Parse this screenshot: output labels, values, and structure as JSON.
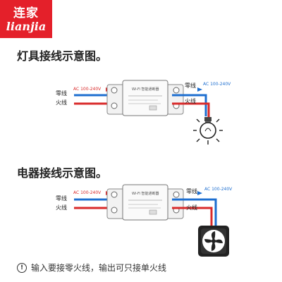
{
  "logo": {
    "name_cn": "连家",
    "name_en": "lianjia"
  },
  "section1": {
    "title": "灯具接线示意图。",
    "voltage_in": "AC 100-240V",
    "voltage_out": "AC 100-240V",
    "neutral_in": "零线",
    "live_in": "火线",
    "neutral_out": "零线",
    "live_out": "火线",
    "module_label": "Wi-Fi 智能通断器"
  },
  "section2": {
    "title": "电器接线示意图。",
    "voltage_in": "AC 100-240V",
    "voltage_out": "AC 100-240V",
    "neutral_in": "零线",
    "live_in": "火线",
    "neutral_out": "零线",
    "live_out": "火线",
    "module_label": "Wi-Fi 智能通断器"
  },
  "note": {
    "icon": "exclamation-icon",
    "text": "输入要接零火线，输出可只接单火线"
  },
  "colors": {
    "neutral": "#1e6fd0",
    "live": "#d92a2a",
    "brand": "#e4202a"
  }
}
